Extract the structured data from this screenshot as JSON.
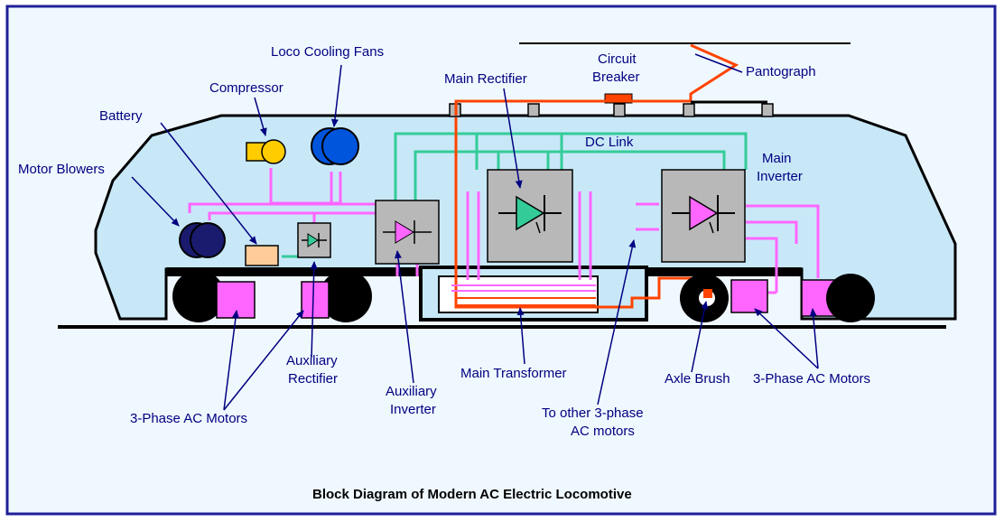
{
  "colors": {
    "background": "#f0f8ff",
    "frame": "#1f1f99",
    "body_fill": "#c8e8f8",
    "pink_wire": "#ff66ff",
    "green_wire": "#33cc99",
    "red_wire": "#ff4400",
    "label": "#000080",
    "box_gray": "#b8b8b8",
    "motor_magenta": "#ff66ff"
  },
  "labels": {
    "loco_cooling_fans": "Loco Cooling Fans",
    "compressor": "Compressor",
    "battery": "Battery",
    "motor_blowers": "Motor Blowers",
    "main_rectifier": "Main Rectifier",
    "circuit_breaker_1": "Circuit",
    "circuit_breaker_2": "Breaker",
    "pantograph": "Pantograph",
    "dc_link": "DC Link",
    "main_inverter_1": "Main",
    "main_inverter_2": "Inverter",
    "auxiliary_rectifier_1": "Auxiliary",
    "auxiliary_rectifier_2": "Rectifier",
    "auxiliary_inverter_1": "Auxiliary",
    "auxiliary_inverter_2": "Inverter",
    "main_transformer": "Main Transformer",
    "to_other_motors_1": "To other 3-phase",
    "to_other_motors_2": "AC motors",
    "axle_brush": "Axle Brush",
    "three_phase_left": "3-Phase AC Motors",
    "three_phase_right": "3-Phase AC Motors"
  },
  "title": "Block Diagram of Modern AC Electric Locomotive"
}
